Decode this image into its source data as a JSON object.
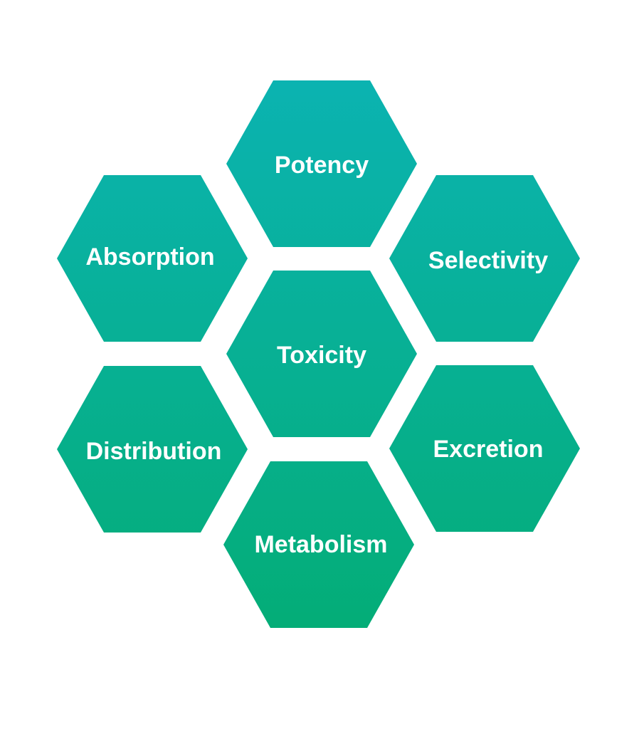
{
  "colors": {
    "gradient_top": "#0bb3b1",
    "gradient_bottom": "#04ad77",
    "label": "#ffffff",
    "background": "#ffffff"
  },
  "hexagons": [
    {
      "id": "potency",
      "label": "Potency"
    },
    {
      "id": "absorption",
      "label": "Absorption"
    },
    {
      "id": "selectivity",
      "label": "Selectivity"
    },
    {
      "id": "toxicity",
      "label": "Toxicity"
    },
    {
      "id": "distribution",
      "label": "Distribution"
    },
    {
      "id": "excretion",
      "label": "Excretion"
    },
    {
      "id": "metabolism",
      "label": "Metabolism"
    }
  ]
}
